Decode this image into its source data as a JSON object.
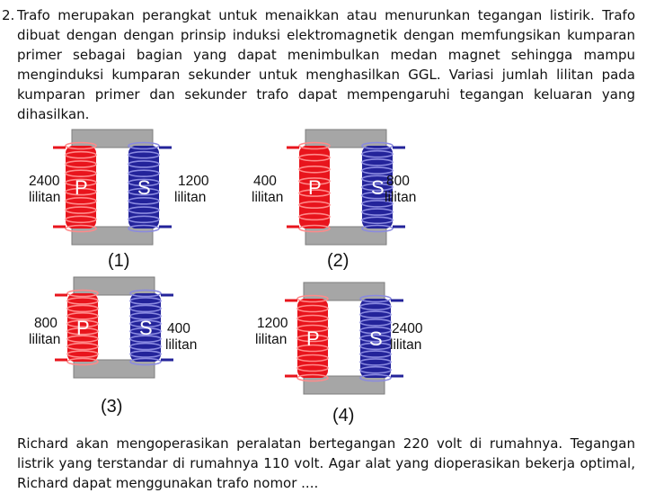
{
  "question": {
    "number": "2.",
    "intro": "Trafo merupakan perangkat untuk menaikkan atau menurunkan tegangan listirik. Trafo dibuat dengan dengan prinsip induksi elektromagnetik dengan memfungsikan kumparan primer sebagai bagian yang dapat menimbulkan medan magnet sehingga mampu menginduksi kumparan sekunder untuk menghasilkan GGL. Variasi jumlah lilitan pada kumparan primer dan sekunder trafo dapat mempengaruhi tegangan keluaran yang dihasilkan.",
    "closing": "Richard akan mengoperasikan peralatan bertegangan 220 volt di rumahnya. Tegangan listrik yang terstandar di rumahnya 110 volt. Agar alat yang dioperasikan bekerja optimal, Richard dapat menggunakan trafo nomor ...."
  },
  "colors": {
    "core": "#a6a6a6",
    "core_dark": "#7d7d7d",
    "primary_coil": "#e8141c",
    "primary_coil_light": "#ff8a8a",
    "secondary_coil": "#23239a",
    "secondary_coil_light": "#8a8ae0"
  },
  "transformers": [
    {
      "id": "1",
      "label": "(1)",
      "primary_turns": "2400",
      "secondary_turns": "1200",
      "unit": "lilitan",
      "primary_letter": "P",
      "secondary_letter": "S"
    },
    {
      "id": "2",
      "label": "(2)",
      "primary_turns": "400",
      "secondary_turns": "800",
      "unit": "lilitan",
      "primary_letter": "P",
      "secondary_letter": "S"
    },
    {
      "id": "3",
      "label": "(3)",
      "primary_turns": "800",
      "secondary_turns": "400",
      "unit": "lilitan",
      "primary_letter": "P",
      "secondary_letter": "S"
    },
    {
      "id": "4",
      "label": "(4)",
      "primary_turns": "1200",
      "secondary_turns": "2400",
      "unit": "lilitan",
      "primary_letter": "P",
      "secondary_letter": "S"
    }
  ]
}
